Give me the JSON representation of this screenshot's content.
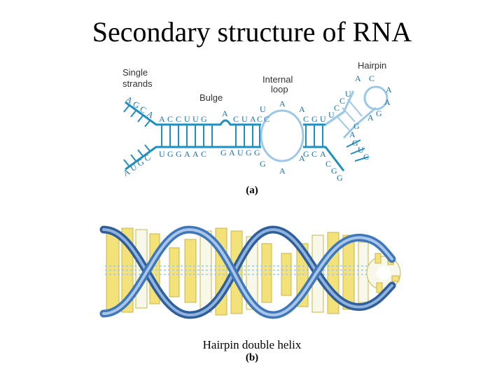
{
  "title": "Secondary structure of RNA",
  "panel_a": {
    "labels": {
      "single_strands_1": "Single",
      "single_strands_2": "strands",
      "bulge": "Bulge",
      "internal_loop_1": "Internal",
      "internal_loop_2": "loop",
      "hairpin": "Hairpin"
    },
    "top_strand": {
      "left_tail": [
        "A",
        "G",
        "C",
        "A"
      ],
      "stem1": [
        "A",
        "C",
        "C",
        "U",
        "U",
        "G"
      ],
      "bulge_base": "A",
      "stem2": [
        "C",
        "U",
        "A",
        "C",
        "C"
      ],
      "loop_left": [
        "U"
      ],
      "loop_top": [
        "A"
      ],
      "loop_right": [
        "A"
      ],
      "stem3": [
        "C",
        "G",
        "U"
      ],
      "stem4_up": [
        "U",
        "C",
        "C",
        "U"
      ],
      "hairpin_loop": [
        "A",
        "C",
        "A",
        "A",
        "G",
        "A"
      ]
    },
    "bottom_strand": {
      "left_tail": [
        "A",
        "U",
        "G",
        "C"
      ],
      "stem1": [
        "U",
        "G",
        "G",
        "A",
        "A",
        "C"
      ],
      "stem2": [
        "G",
        "A",
        "U",
        "G",
        "G"
      ],
      "loop_bottom_left": "G",
      "loop_bottom": "A",
      "loop_bottom_right": "A",
      "stem3": [
        "G",
        "C",
        "A"
      ],
      "tail": [
        "C",
        "G",
        "G"
      ],
      "stem4_down": [
        "G",
        "A",
        "G",
        "U",
        "C"
      ]
    },
    "caption": "(a)"
  },
  "panel_b": {
    "title": "Hairpin double helix",
    "caption": "(b)"
  },
  "colors": {
    "strand": "#1e8fbf",
    "strand_light": "#9cc8e6",
    "backbone": "#3f78b8",
    "base_yellow": "#f3e27a",
    "base_white": "#f7f7ea"
  }
}
